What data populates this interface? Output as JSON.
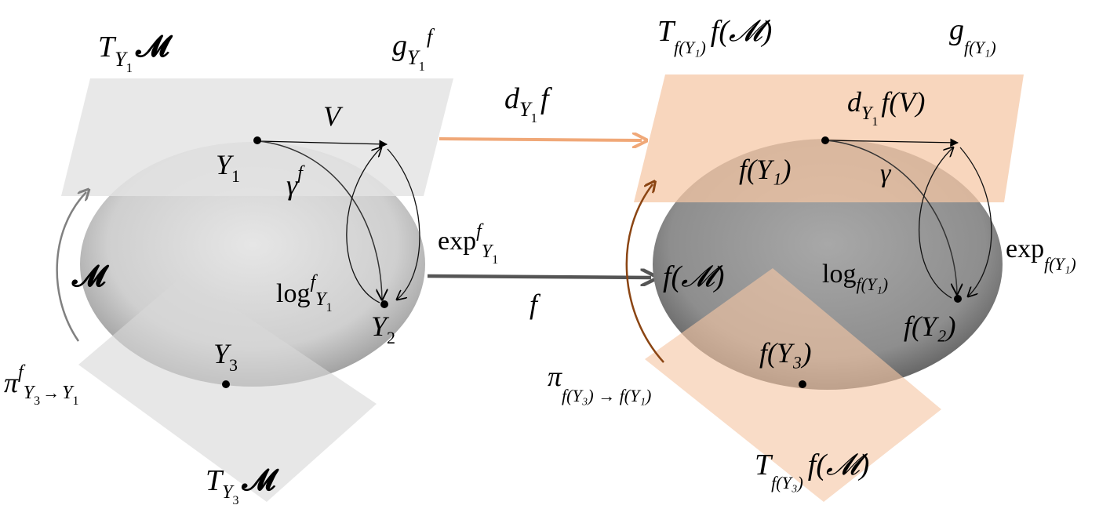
{
  "colors": {
    "plane_gray": "#e3e3e3",
    "plane_peach": "#f5c6a4",
    "manifold_light": "#d4d4d4",
    "manifold_dark": "#8f8f8f",
    "arrow_peach": "#f0a878",
    "arrow_dark": "#555555",
    "arrow_gray": "#808080",
    "arrow_brown": "#8b4513"
  },
  "left": {
    "tangent_plane_top": {
      "base": "T",
      "sub": "Y",
      "subsub": "1",
      "tail": "𝓜"
    },
    "metric": {
      "base": "g",
      "sub": "Y",
      "subsub": "1",
      "sup": "f"
    },
    "vector": "V",
    "point1": {
      "base": "Y",
      "sub": "1"
    },
    "point2": {
      "base": "Y",
      "sub": "2"
    },
    "point3": {
      "base": "Y",
      "sub": "3"
    },
    "geodesic": {
      "base": "γ",
      "sup": "f"
    },
    "log_map": {
      "base": "log",
      "sup": "f",
      "sub": "Y",
      "subsub": "1"
    },
    "manifold": "𝓜",
    "transport": {
      "base": "π",
      "sup": "f",
      "sub": "Y",
      "subsub": "3",
      "arrow": "→",
      "sub2": "Y",
      "subsub2": "1"
    },
    "tangent_plane_bottom": {
      "base": "T",
      "sub": "Y",
      "subsub": "3",
      "tail": "𝓜"
    }
  },
  "middle": {
    "differential": {
      "base": "d",
      "sub": "Y",
      "subsub": "1",
      "tail": "f"
    },
    "exp_map": {
      "base": "exp",
      "sup": "f",
      "sub": "Y",
      "subsub": "1"
    },
    "map": "f"
  },
  "right": {
    "tangent_plane_top": {
      "base": "T",
      "sub": "f(Y₁)",
      "tail": "f(𝓜)"
    },
    "metric": {
      "base": "g",
      "sub": "f(Y₁)"
    },
    "pushed_vector": {
      "base": "d",
      "sub": "Y",
      "subsub": "1",
      "tail": "f(V)"
    },
    "point1": "f(Y₁)",
    "geodesic": "γ",
    "manifold": "f(𝓜)",
    "log_map": {
      "base": "log",
      "sub": "f(Y₁)"
    },
    "exp_map": {
      "base": "exp",
      "sub": "f(Y₁)"
    },
    "point2": "f(Y₂)",
    "point3": "f(Y₃)",
    "transport": {
      "base": "π",
      "sub": "f(Y₃) → f(Y₁)"
    },
    "tangent_plane_bottom": {
      "base": "T",
      "sub": "f(Y₃)",
      "tail": "f(𝓜)"
    }
  }
}
